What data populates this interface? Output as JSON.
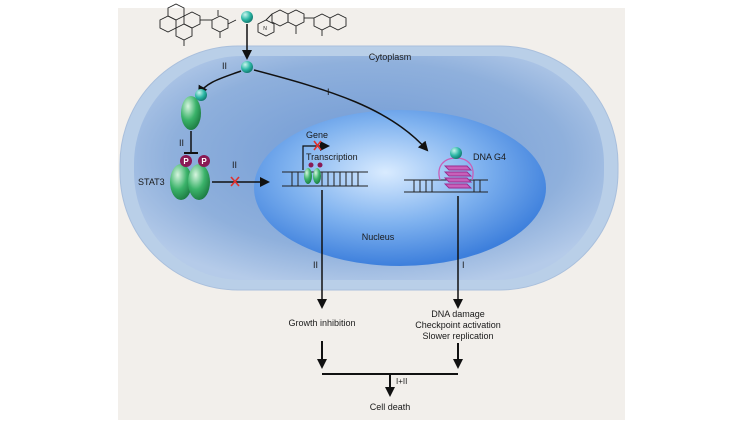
{
  "labels": {
    "cytoplasm": "Cytoplasm",
    "nucleus": "Nucleus",
    "stat3": "STAT3",
    "gene": "Gene",
    "transcription": "Transcription",
    "dna_g4": "DNA G4",
    "phospho": "P",
    "growth_inhibition": "Growth inhibition",
    "dna_damage": "DNA damage",
    "checkpoint_activation": "Checkpoint activation",
    "slower_replication": "Slower replication",
    "cell_death": "Cell death"
  },
  "pathways": {
    "I": "I",
    "II": "II",
    "combined": "I+II"
  },
  "colors": {
    "page_bg": "#f2efeb",
    "cell_outer": "#b9cfe8",
    "cell_inner": "#8fb0dc",
    "nucleus": "#3f82e0",
    "protein_green": "#3bb36a",
    "ligand_teal": "#2bb7a5",
    "phospho_purple": "#8a1a55",
    "g4_magenta": "#c85fb9",
    "block_red": "#e0302e"
  }
}
